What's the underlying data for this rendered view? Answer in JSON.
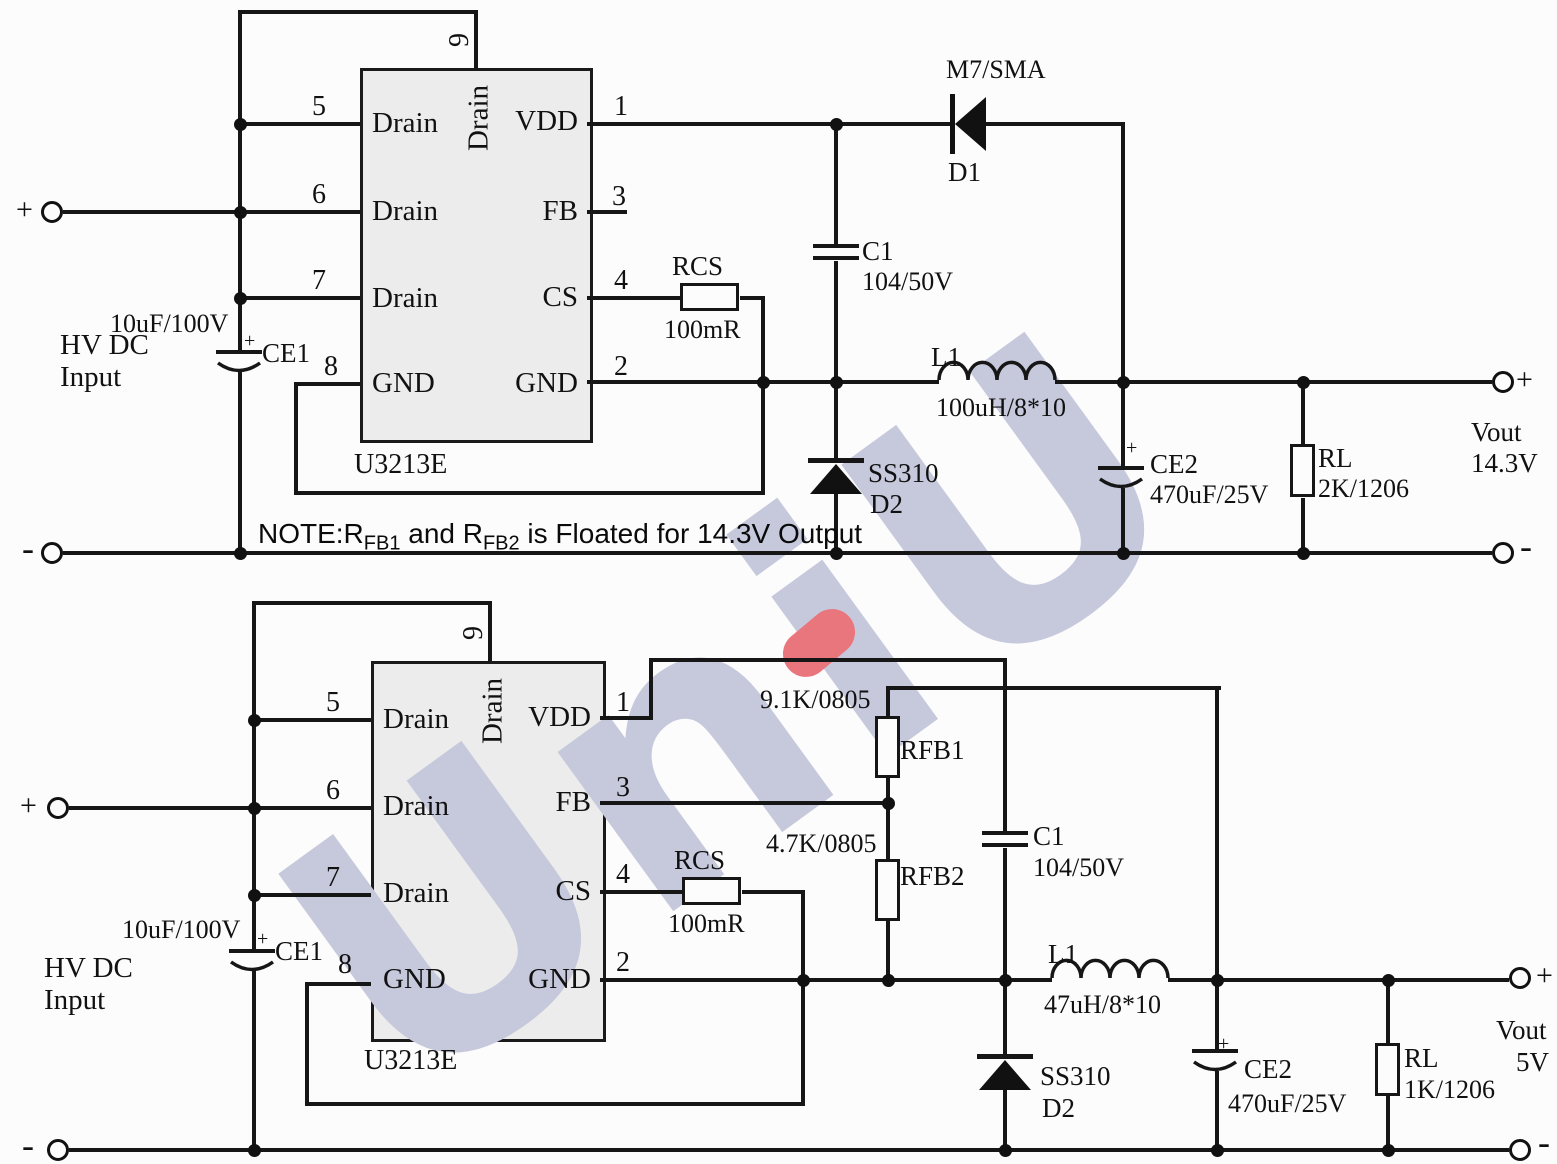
{
  "watermark": {
    "text": "UniU"
  },
  "colors": {
    "wire": "#161616",
    "ic_fill": "#ececec",
    "background": "#fcfcfc",
    "watermark": "#c6c8dc",
    "watermark_accent": "#e9767c"
  },
  "ic": {
    "name": "U3213E",
    "pin_labels": {
      "drain": "Drain",
      "vdd": "VDD",
      "fb": "FB",
      "cs": "CS",
      "gnd": "GND"
    },
    "pin_numbers": {
      "p1": "1",
      "p2": "2",
      "p3": "3",
      "p4": "4",
      "p5": "5",
      "p6": "6",
      "p7": "7",
      "p8": "8",
      "p9": "9"
    }
  },
  "input": {
    "plus": "+",
    "minus": "-",
    "hv_line1": "HV DC",
    "hv_line2": "Input",
    "ce1_plus": "+",
    "ce1_label": "CE1",
    "ce1_value": "10uF/100V"
  },
  "common": {
    "rcs_label": "RCS",
    "rcs_value": "100mR",
    "c1_label": "C1",
    "c1_value": "104/50V",
    "l1_label": "L1",
    "d2_part": "SS310",
    "d2_label": "D2",
    "ce2_plus": "+",
    "ce2_label": "CE2",
    "ce2_value": "470uF/25V",
    "rl_label": "RL",
    "vout_label": "Vout",
    "out_plus": "+",
    "out_minus": "-"
  },
  "top_circuit": {
    "d1_part": "M7/SMA",
    "d1_label": "D1",
    "l1_value": "100uH/8*10",
    "rl_value": "2K/1206",
    "vout_value": "14.3V"
  },
  "bottom_circuit": {
    "rfb1_value": "9.1K/0805",
    "rfb1_label": "RFB1",
    "rfb2_value": "4.7K/0805",
    "rfb2_label": "RFB2",
    "l1_value": "47uH/8*10",
    "rl_value": "1K/1206",
    "vout_value": "5V"
  },
  "note": {
    "prefix": "NOTE:R",
    "sub1": "FB1",
    "mid": " and R",
    "sub2": "FB2",
    "suffix": " is Floated for 14.3V Output"
  }
}
